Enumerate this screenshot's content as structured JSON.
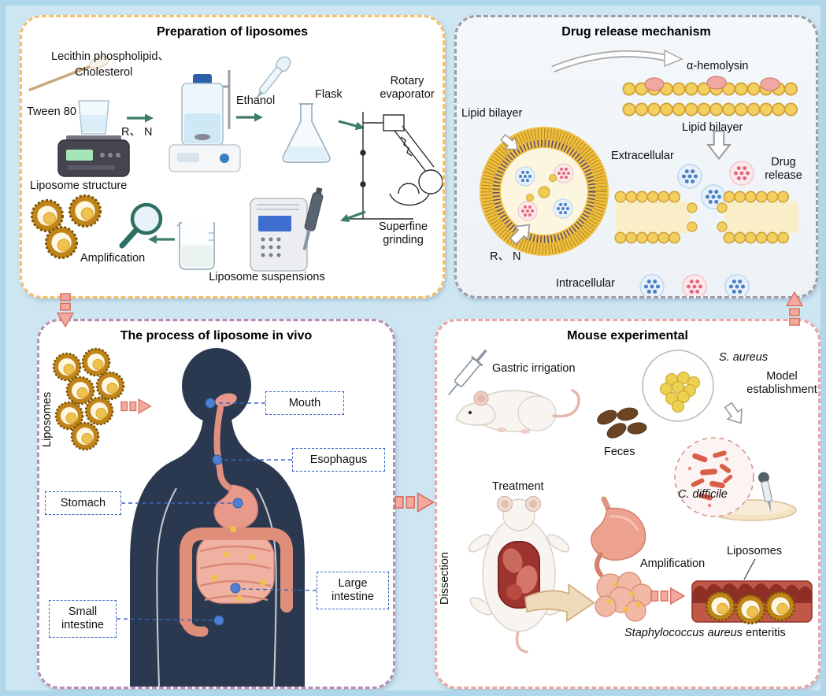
{
  "colors": {
    "canvas_bg": "#cde6f2",
    "canvas_border": "#aed7eb",
    "prep_panel_border": "#f4c06a",
    "release_panel_border": "#9aa0a6",
    "invivo_panel_border": "#b48fb4",
    "mouse_panel_border": "#eba5a5",
    "flow_arrow_pink": "#f3a99e",
    "step_arrow_teal": "#3c7c6c",
    "label_box_blue": "#3a62c4",
    "liposome_gold": "#c08418",
    "body_silhouette": "#2b3950"
  },
  "prep": {
    "title": "Preparation of liposomes",
    "ingredients_1": "Lecithin phospholipid、",
    "ingredients_2": "Cholesterol",
    "tween": "Tween 80",
    "rn": "R、 N",
    "ethanol": "Ethanol",
    "flask": "Flask",
    "rotary": "Rotary evaporator",
    "superfine": "Superfine grinding",
    "suspensions": "Liposome suspensions",
    "amplification": "Amplification",
    "structure": "Liposome structure"
  },
  "release": {
    "title": "Drug release mechanism",
    "alpha_hemolysin": "α-hemolysin",
    "lipid_bilayer_left": "Lipid bilayer",
    "lipid_bilayer_right": "Lipid bilayer",
    "extracellular": "Extracellular",
    "drug_release": "Drug release",
    "rn": "R、 N",
    "intracellular": "Intracellular"
  },
  "invivo": {
    "title": "The process of liposome in vivo",
    "liposomes": "Liposomes",
    "labels": {
      "mouth": "Mouth",
      "esophagus": "Esophagus",
      "stomach": "Stomach",
      "large_intestine": "Large intestine",
      "small_intestine": "Small intestine"
    }
  },
  "mouse": {
    "title": "Mouse experimental",
    "gastric_irrigation": "Gastric irrigation",
    "s_aureus": "S. aureus",
    "model_establishment": "Model establishment",
    "feces": "Feces",
    "c_difficile": "C. difficile",
    "treatment": "Treatment",
    "dissection": "Dissection",
    "amplification": "Amplification",
    "liposomes": "Liposomes",
    "enteritis_species": "Staphylococcus aureus",
    "enteritis_suffix": " enteritis"
  }
}
